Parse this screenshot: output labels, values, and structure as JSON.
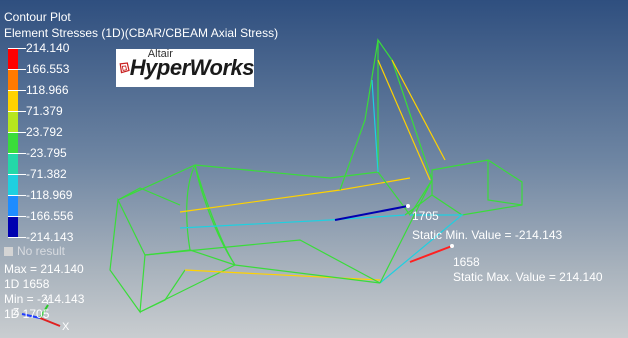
{
  "plot": {
    "title": "Contour Plot",
    "subtitle": "Element Stresses (1D)(CBAR/CBEAM Axial Stress)"
  },
  "legend": {
    "values": [
      "214.140",
      "166.553",
      "118.966",
      "71.379",
      "23.792",
      "-23.795",
      "-71.382",
      "-118.969",
      "-166.556",
      "-214.143"
    ],
    "colors": [
      "#ff0000",
      "#ff7a00",
      "#ffd200",
      "#b6e61e",
      "#3adc3a",
      "#24d8a8",
      "#1fd0e0",
      "#1e8cff",
      "#0000b0"
    ],
    "no_result": "No result"
  },
  "stats": {
    "max": "Max = 214.140",
    "max_elem": "1D 1658",
    "min": "Min = -214.143",
    "min_elem": "1D 1705"
  },
  "logo": {
    "altair": "Altair",
    "hyperworks": "HyperWorks"
  },
  "annotations": {
    "min_id": "1705",
    "min_label": "Static Min. Value =  -214.143",
    "max_id": "1658",
    "max_label": "Static Max. Value =  214.140"
  },
  "triad": {
    "y": "Y",
    "z": "Z",
    "x": "X"
  }
}
